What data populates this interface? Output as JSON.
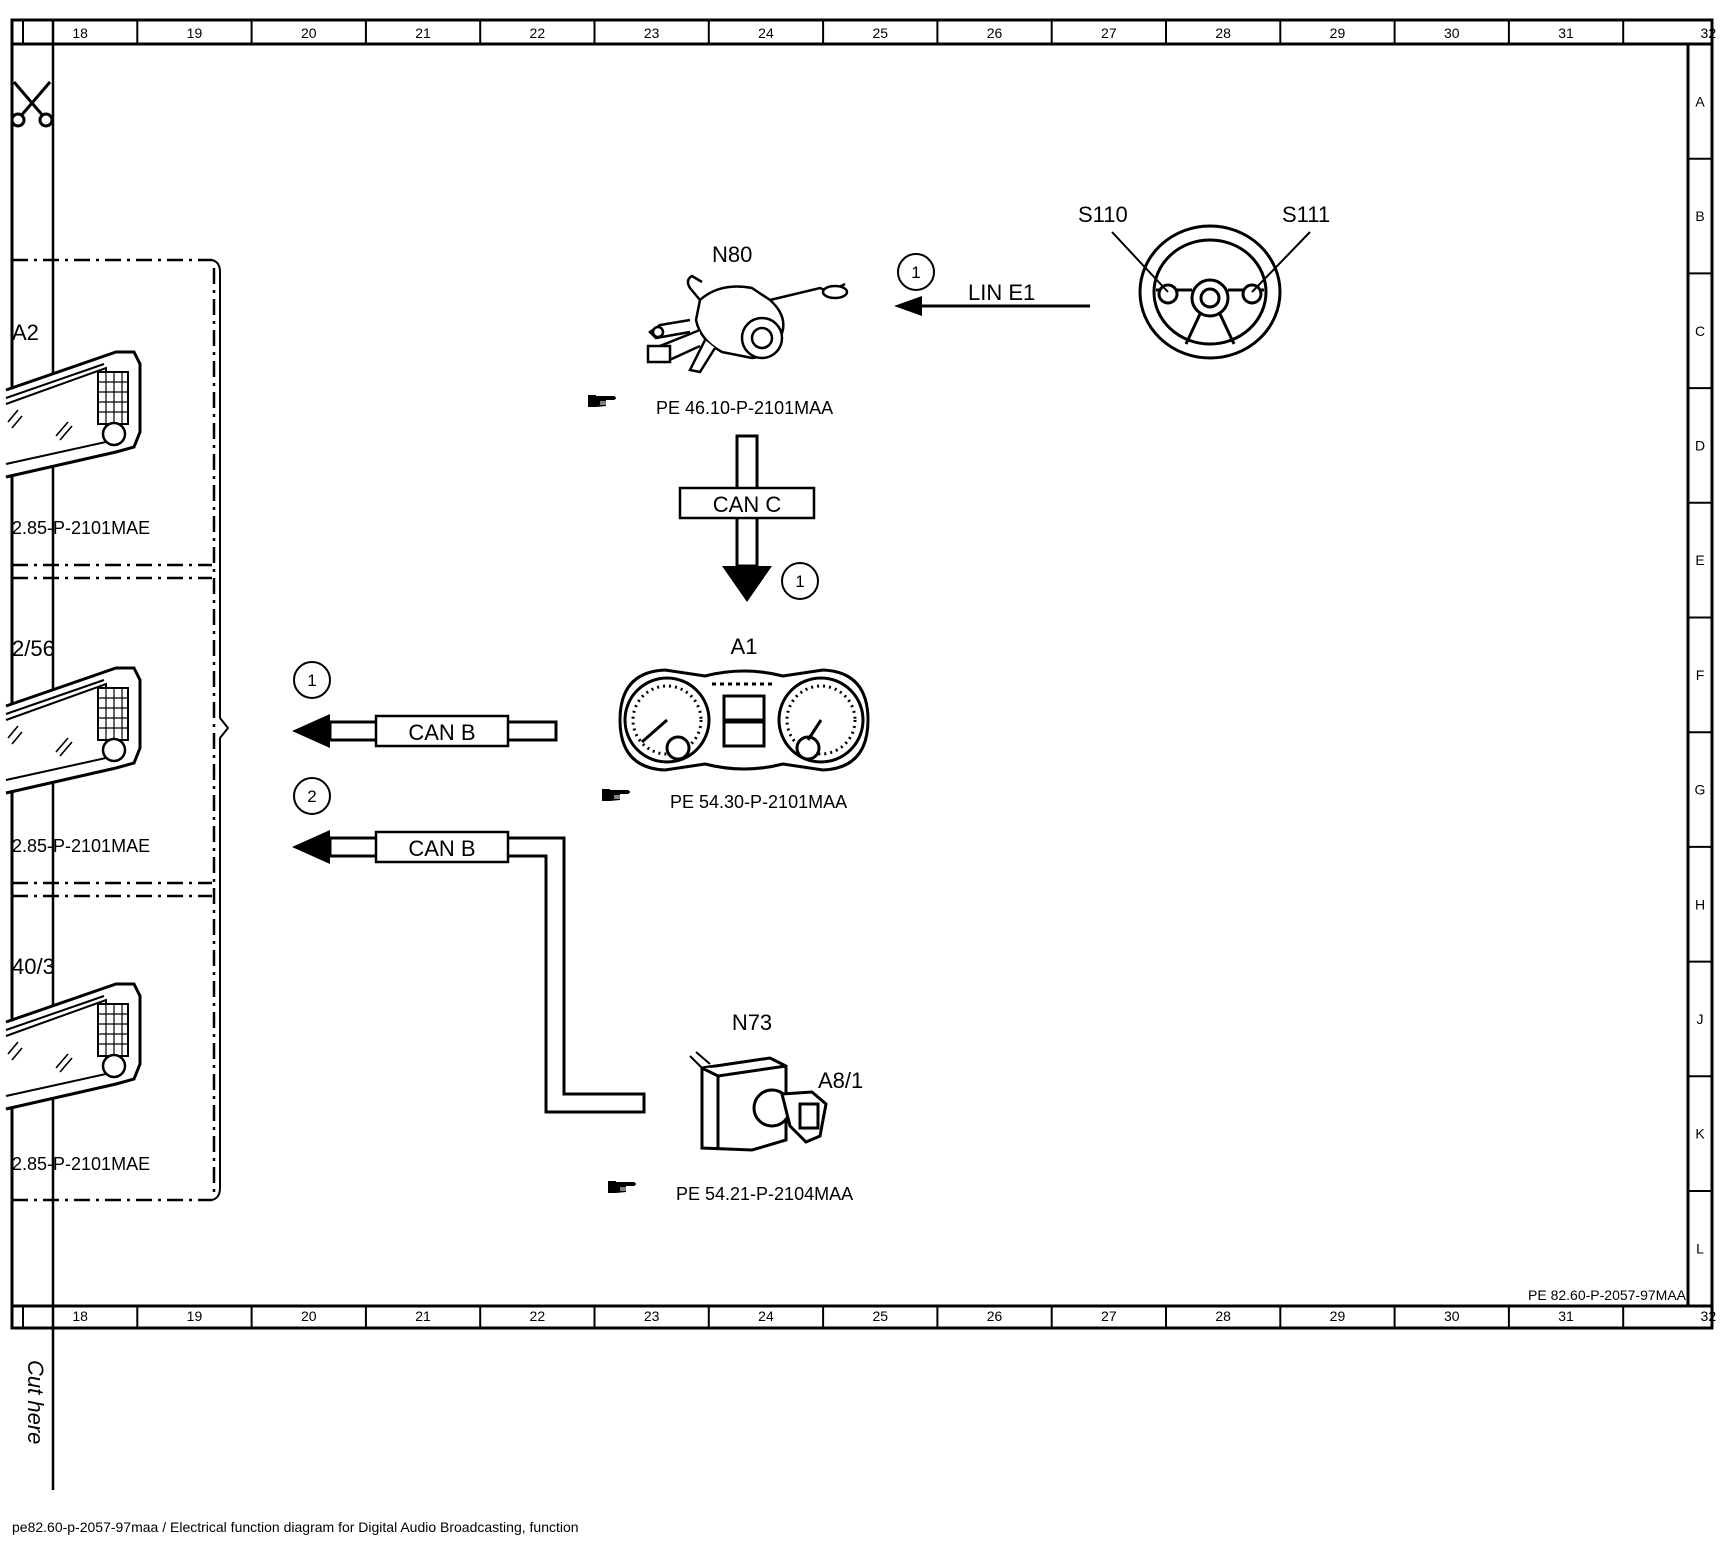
{
  "ruler": {
    "columns": [
      "18",
      "19",
      "20",
      "21",
      "22",
      "23",
      "24",
      "25",
      "26",
      "27",
      "28",
      "29",
      "30",
      "31",
      "32"
    ],
    "rows": [
      "A",
      "B",
      "C",
      "D",
      "E",
      "F",
      "G",
      "H",
      "J",
      "K",
      "L"
    ]
  },
  "components": {
    "n80": "N80",
    "a1": "A1",
    "n73": "N73",
    "a8_1": "A8/1",
    "s110": "S110",
    "s111": "S111",
    "a2": "A2",
    "a2_56": "2/56",
    "a40_3": "40/3"
  },
  "references": {
    "n80": "PE 46.10-P-2101MAA",
    "a1": "PE 54.30-P-2101MAA",
    "n73": "PE 54.21-P-2104MAA",
    "left_1": "2.85-P-2101MAE",
    "left_2": "2.85-P-2101MAE",
    "left_3": "2.85-P-2101MAE"
  },
  "buses": {
    "lin": "LIN E1",
    "can_c": "CAN C",
    "can_b_1": "CAN B",
    "can_b_2": "CAN B"
  },
  "markers": {
    "lin": "1",
    "can_c": "1",
    "can_b_1": "1",
    "can_b_2": "2"
  },
  "doc_number": "PE 82.60-P-2057-97MAA",
  "cut_label": "Cut here",
  "caption": "pe82.60-p-2057-97maa / Electrical function diagram for Digital Audio Broadcasting, function"
}
